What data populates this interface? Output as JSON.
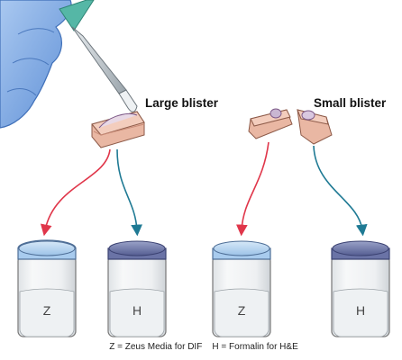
{
  "labels": {
    "large_blister": "Large blister",
    "small_blister": "Small blister",
    "caption": "Z = Zeus Media for DIF    H = Formalin for H&E"
  },
  "jars": [
    {
      "letter": "Z",
      "lid": "light-blue"
    },
    {
      "letter": "H",
      "lid": "dark-blue"
    },
    {
      "letter": "Z",
      "lid": "light-blue"
    },
    {
      "letter": "H",
      "lid": "dark-blue"
    }
  ],
  "colors": {
    "red_arrow": "#e0364a",
    "blue_arrow": "#1f7a94",
    "light_lid": "#b9d6f2",
    "dark_lid": "#6f78a8",
    "glove": "#8ab2e6",
    "scalpel_handle": "#55b7a6",
    "skin": "#e9b7a3"
  }
}
